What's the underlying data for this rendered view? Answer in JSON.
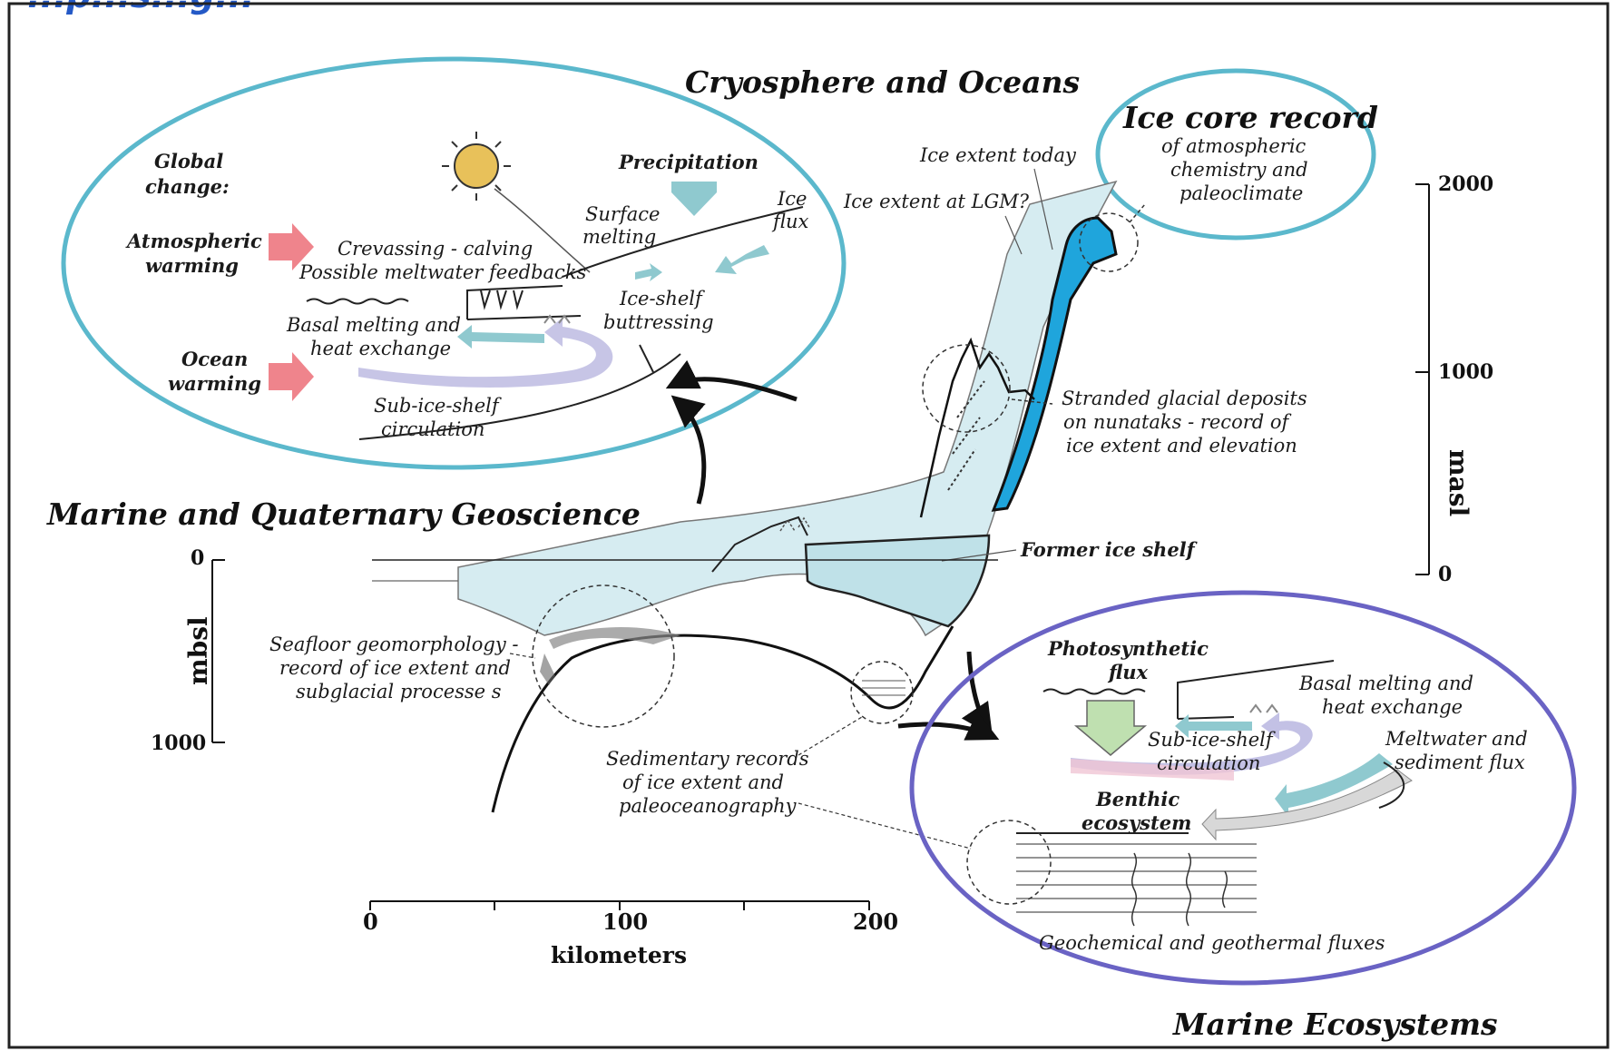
{
  "colors": {
    "ice": "#d6ecf1",
    "ice_dark": "#1fa5dc",
    "cryo_ring": "#5bb8cc",
    "eco_ring": "#6a63c4",
    "warming_arrow": "#ec6f78",
    "ocean_arrow": "#8fc9cf",
    "sun": "#e8c15a",
    "green_arrow": "#bfe0b0",
    "header_blue": "#2459c6"
  },
  "header": {
    "partial_text": "...p...s...g..."
  },
  "titles": {
    "cryosphere": "Cryosphere and Oceans",
    "marine_geo": "Marine and Quaternary Geoscience",
    "ecosystems": "Marine Ecosystems"
  },
  "cryo_panel": {
    "global_change": [
      "Global",
      "change:"
    ],
    "atmospheric_warming": [
      "Atmospheric",
      "warming"
    ],
    "ocean_warming": [
      "Ocean",
      "warming"
    ],
    "precipitation": "Precipitation",
    "surface_melting": [
      "Surface",
      "melting"
    ],
    "ice_flux": [
      "Ice",
      "flux"
    ],
    "crevassing": "Crevassing - calving",
    "meltwater_feedbacks": "Possible meltwater feedbacks",
    "ice_shelf_buttressing": [
      "Ice-shelf",
      "buttressing"
    ],
    "basal_melting": [
      "Basal melting and",
      "heat exchange"
    ],
    "sub_ice_shelf": [
      "Sub-ice-shelf",
      "circulation"
    ]
  },
  "ice_core": {
    "title": "Ice core record",
    "body": [
      "of atmospheric",
      "chemistry and",
      "paleoclimate"
    ]
  },
  "main_labels": {
    "ice_extent_today": "Ice extent today",
    "ice_extent_lgm": "Ice extent at LGM?",
    "stranded": [
      "Stranded glacial deposits",
      "on nunataks - record of",
      "ice extent and elevation"
    ],
    "former_ice_shelf": "Former ice shelf",
    "seafloor": [
      "Seafloor geomorphology -",
      "record of ice extent and",
      "subglacial processe s"
    ],
    "sedimentary": [
      "Sedimentary records",
      "of ice extent and",
      "paleoceanography"
    ]
  },
  "eco_panel": {
    "photosynthetic": [
      "Photosynthetic",
      "flux"
    ],
    "basal_melting": [
      "Basal melting and",
      "heat exchange"
    ],
    "sub_ice_shelf": [
      "Sub-ice-shelf",
      "circulation"
    ],
    "meltwater": [
      "Meltwater and",
      "sediment flux"
    ],
    "benthic": [
      "Benthic",
      "ecosystem"
    ],
    "geochemical": "Geochemical and geothermal fluxes"
  },
  "axes": {
    "masl": {
      "label": "masl",
      "ticks": [
        "2000",
        "1000",
        "0"
      ]
    },
    "mbsl": {
      "label": "mbsl",
      "ticks": [
        "0",
        "1000"
      ]
    },
    "km": {
      "label": "kilometers",
      "ticks": [
        "0",
        "100",
        "200"
      ]
    }
  }
}
